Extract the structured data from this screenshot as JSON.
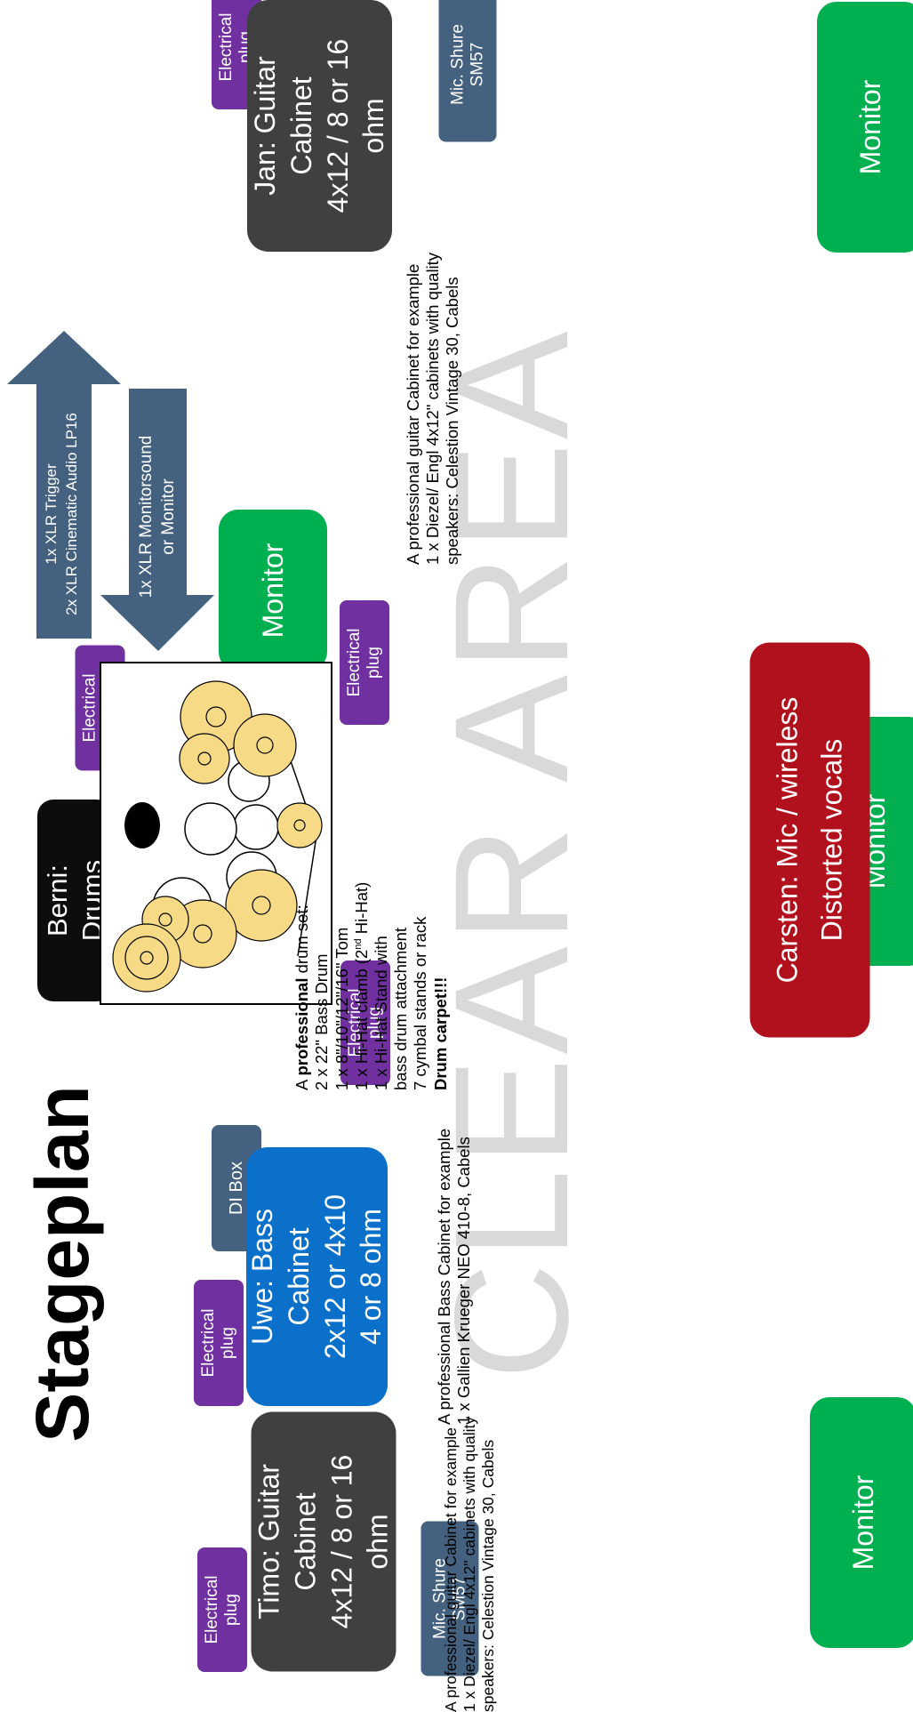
{
  "title": "Stageplan",
  "watermark": "CLEAR AREA",
  "colors": {
    "plug": "#7030a0",
    "mic": "#44617f",
    "guitar_cabinet": "#404040",
    "bass_cabinet": "#0b70c9",
    "monitor": "#00b050",
    "vocals": "#b0111c",
    "drums_label": "#0d0d0d",
    "arrow": "#44617f"
  },
  "labels": {
    "electrical_plug": "Electrical plug",
    "mic_sm57": "Mic. Shure SM57",
    "di_box": "DI Box",
    "monitor": "Monitor"
  },
  "jan_cabinet": {
    "line1": "Jan: Guitar",
    "line2": "Cabinet",
    "line3": "4x12 / 8 or 16",
    "line4": "ohm"
  },
  "timo_cabinet": {
    "line1": "Timo: Guitar",
    "line2": "Cabinet",
    "line3": "4x12 / 8 or 16",
    "line4": "ohm"
  },
  "uwe_cabinet": {
    "line1": "Uwe: Bass",
    "line2": "Cabinet",
    "line3": "2x12 or 4x10",
    "line4": "4 or 8 ohm"
  },
  "drums_label": {
    "line1": "Berni:",
    "line2": "Drums"
  },
  "vocals": {
    "line1": "Carsten: Mic / wireless",
    "line2": "Distorted vocals"
  },
  "arrow_out": {
    "line1": "1x XLR Trigger",
    "line2": "2x XLR Cinematic Audio LP16"
  },
  "arrow_in": {
    "line1": "1x XLR Monitorsound",
    "line2": "or Monitor"
  },
  "guitar_note": {
    "line1": "A professional guitar Cabinet for example",
    "line2": "1 x Diezel/ Engl 4x12\" cabinets with quality",
    "line3": "speakers: Celestion Vintage 30, Cabels"
  },
  "bass_note": {
    "line1": "A professional Bass Cabinet for example",
    "line2": "1 x Gallien Krueger NEO 410-8, Cabels"
  },
  "drum_note": {
    "l1a": "A ",
    "l1b": "professional",
    "l1c": " drum set:",
    "line2": "2 x 22\" Bass Drum",
    "line3": "1 x 8\"/10\"/12\"/16\" Tom",
    "l4a": "1 x Hi-Hat clamb (2",
    "l4sup": "nd",
    "l4b": " Hi-Hat)",
    "line5": "1 x Hi-Hat Stand with",
    "line6": "bass drum attachment",
    "line7": "7 cymbal stands or rack",
    "line8": "Drum carpet!!!"
  }
}
